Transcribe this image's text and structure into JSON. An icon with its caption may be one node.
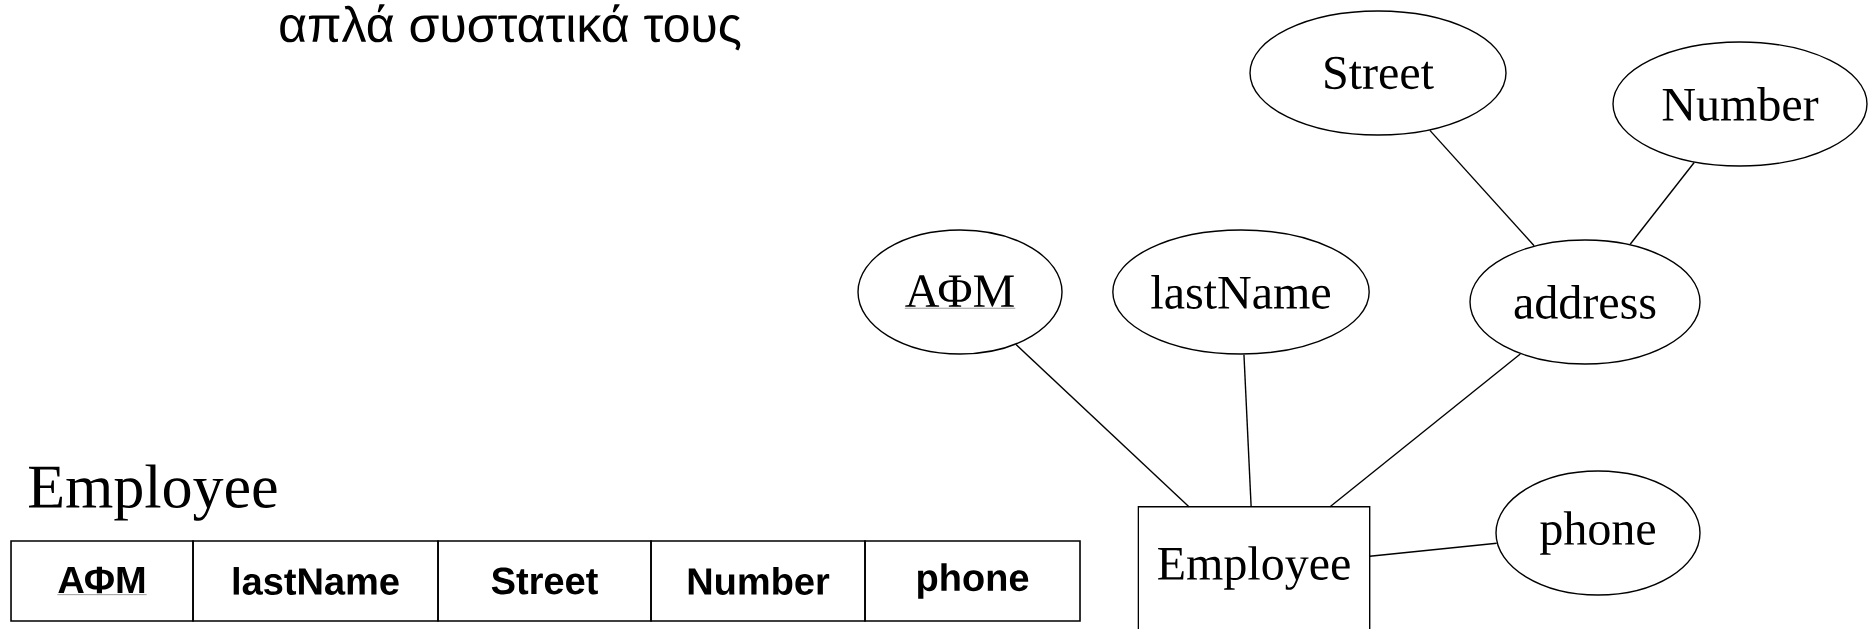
{
  "diagram": {
    "title": "απλά συστατικά τους",
    "nodes": [
      {
        "text": [
          "Street"
        ]
      },
      {
        "text": [
          "Number"
        ]
      },
      {
        "text": [
          "ΑΦΜ"
        ]
      },
      {
        "text": [
          "lastName"
        ]
      },
      {
        "text": [
          "address"
        ]
      },
      {
        "text": [
          "phone"
        ]
      },
      {
        "text": [
          "Employee"
        ]
      }
    ],
    "edges": [
      {
        "from": 0,
        "to": 4,
        "arrow": "none"
      },
      {
        "from": 1,
        "to": 4,
        "arrow": "none"
      },
      {
        "from": 2,
        "to": 6,
        "arrow": "none"
      },
      {
        "from": 3,
        "to": 6,
        "arrow": "none"
      },
      {
        "from": 4,
        "to": 6,
        "arrow": "none"
      },
      {
        "from": 5,
        "to": 6,
        "arrow": "none"
      }
    ],
    "labels": [
      "Employee",
      "ΑΦΜ",
      "lastName",
      "Street",
      "Number",
      "phone"
    ]
  }
}
